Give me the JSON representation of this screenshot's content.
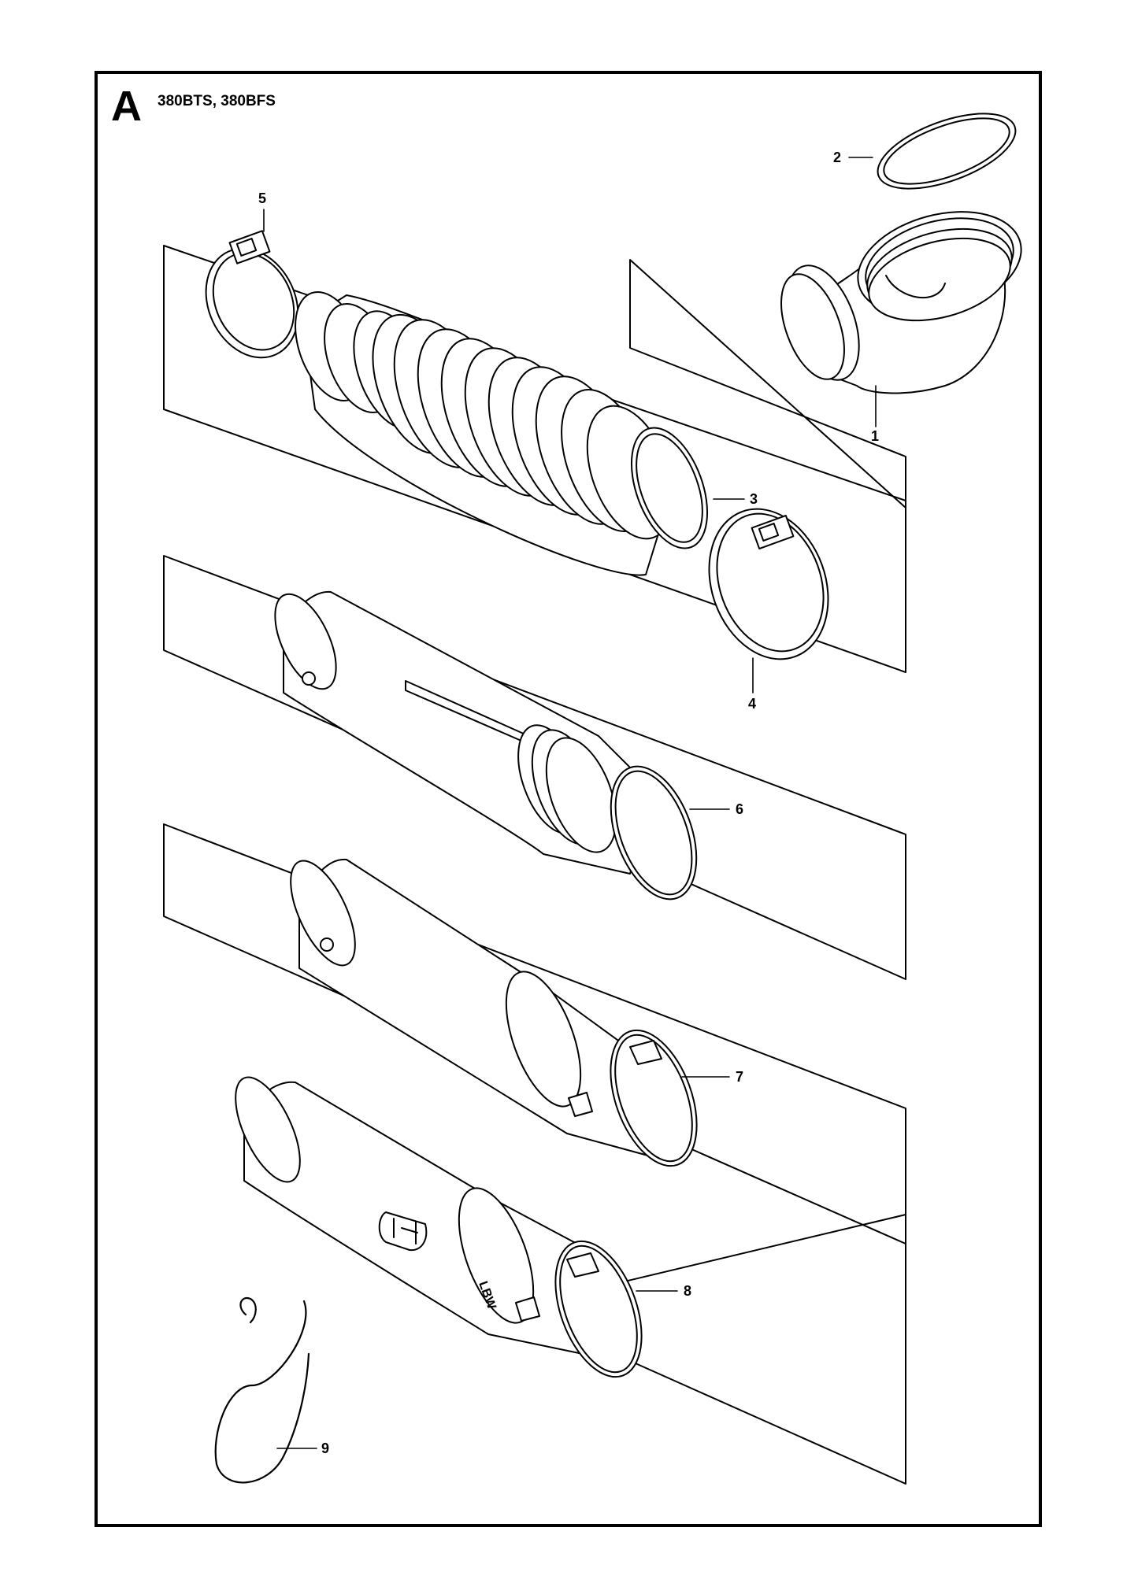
{
  "section": {
    "letter": "A",
    "models": "380BTS, 380BFS"
  },
  "callouts": {
    "c1": "1",
    "c2": "2",
    "c3": "3",
    "c4": "4",
    "c5": "5",
    "c6": "6",
    "c7": "7",
    "c8": "8",
    "c9": "9"
  },
  "tube_marking": "LBW",
  "colors": {
    "line": "#000000",
    "background": "#ffffff"
  }
}
